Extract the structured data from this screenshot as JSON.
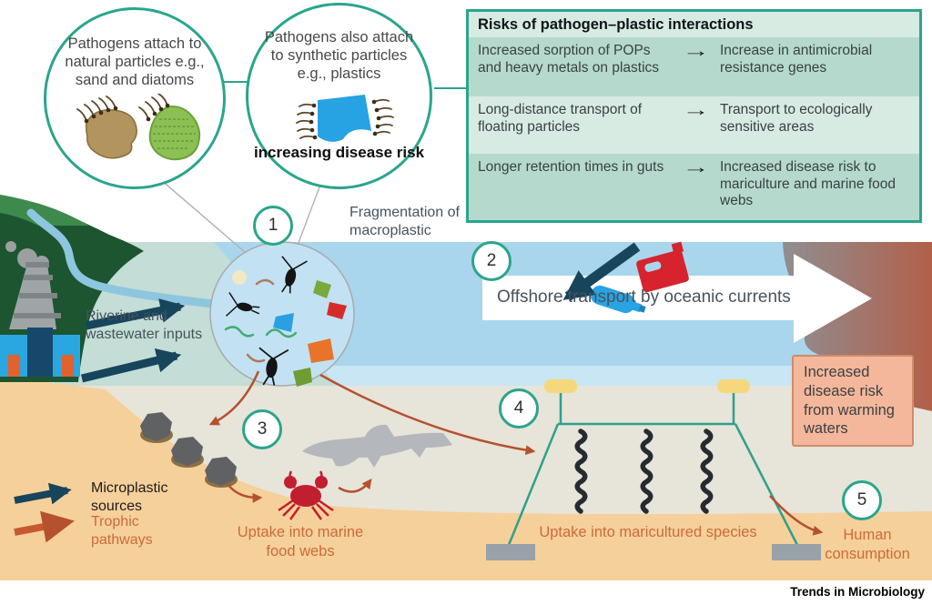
{
  "bubbles": {
    "natural": {
      "text": "Pathogens attach to natural particles e.g., sand and diatoms"
    },
    "synthetic": {
      "text": "Pathogens also attach to synthetic particles e.g., plastics",
      "emphasis": "increasing disease risk"
    }
  },
  "risk_table": {
    "title": "Risks of pathogen–plastic interactions",
    "arrow_glyph": "→",
    "rows": [
      {
        "cause": "Increased sorption of POPs and heavy metals on plastics",
        "effect": "Increase in antimicrobial resistance genes"
      },
      {
        "cause": "Long-distance transport of floating particles",
        "effect": "Transport to ecologically sensitive areas"
      },
      {
        "cause": "Longer retention times in guts",
        "effect": "Increased disease risk to mariculture and marine food webs"
      }
    ]
  },
  "markers": [
    {
      "label": "1"
    },
    {
      "label": "2"
    },
    {
      "label": "3"
    },
    {
      "label": "4"
    },
    {
      "label": "5"
    }
  ],
  "scene": {
    "riverine": "Riverine and wastewater inputs",
    "fragmentation": "Fragmentation of macroplastic",
    "offshore": "Offshore transport by oceanic currents",
    "uptake_marine": "Uptake into marine food webs",
    "uptake_maricultured": "Uptake into maricultured species",
    "human": "Human consumption",
    "warming": "Increased disease risk from warming waters"
  },
  "legend": {
    "microplastic": "Microplastic sources",
    "trophic": "Trophic pathways"
  },
  "footer": {
    "journal": "Trends in Microbiology"
  },
  "colors": {
    "teal": "#2aa58c",
    "navy_arrow": "#16455c",
    "trophic_arrow": "#b5512e",
    "orange_text": "#cb6a3d",
    "water": "#a9d6ec",
    "sand": "#f6d09a",
    "seabed": "#e7e4da",
    "warming_box_bg": "#f4b79b"
  }
}
